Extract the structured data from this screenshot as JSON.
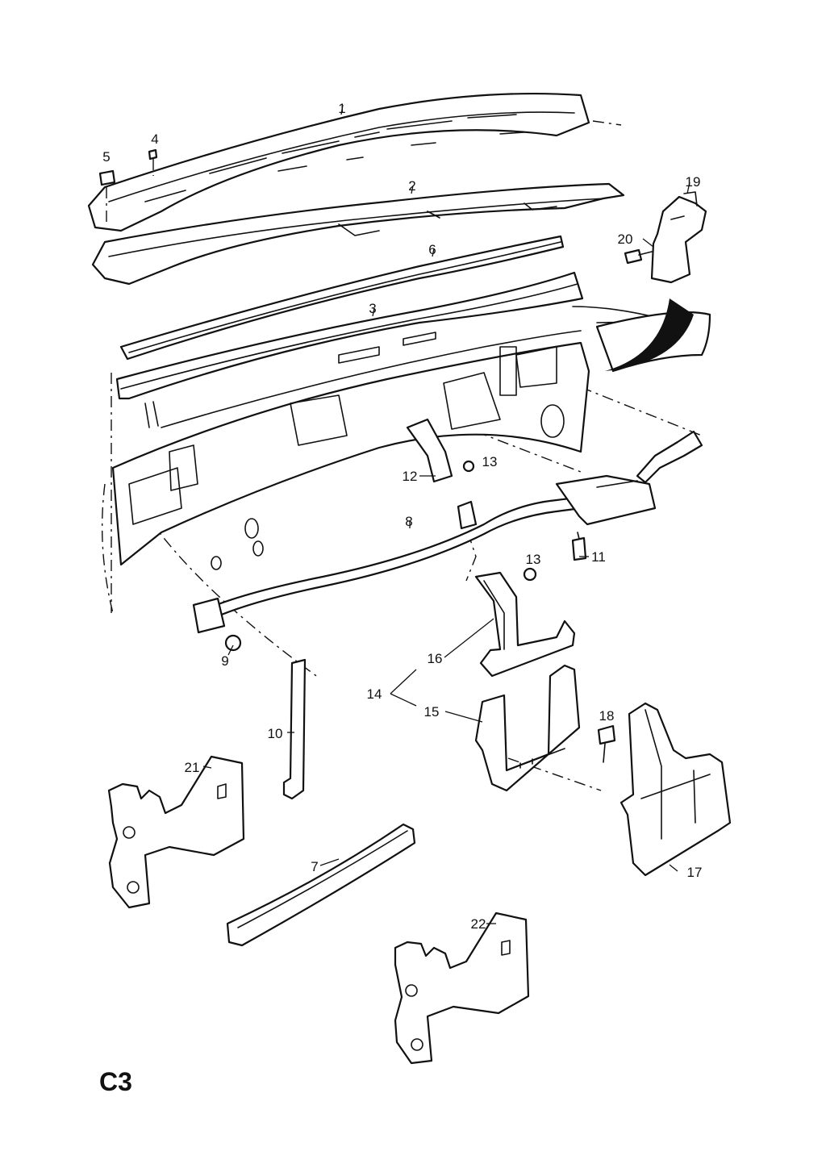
{
  "page_code": "C3",
  "callouts": {
    "c1": "1",
    "c2": "2",
    "c3": "3",
    "c4": "4",
    "c5": "5",
    "c6": "6",
    "c7": "7",
    "c8": "8",
    "c9": "9",
    "c10": "10",
    "c11": "11",
    "c12": "12",
    "c13a": "13",
    "c13b": "13",
    "c14": "14",
    "c15": "15",
    "c16": "16",
    "c17": "17",
    "c18": "18",
    "c19": "19",
    "c20": "20",
    "c21": "21",
    "c22": "22"
  }
}
